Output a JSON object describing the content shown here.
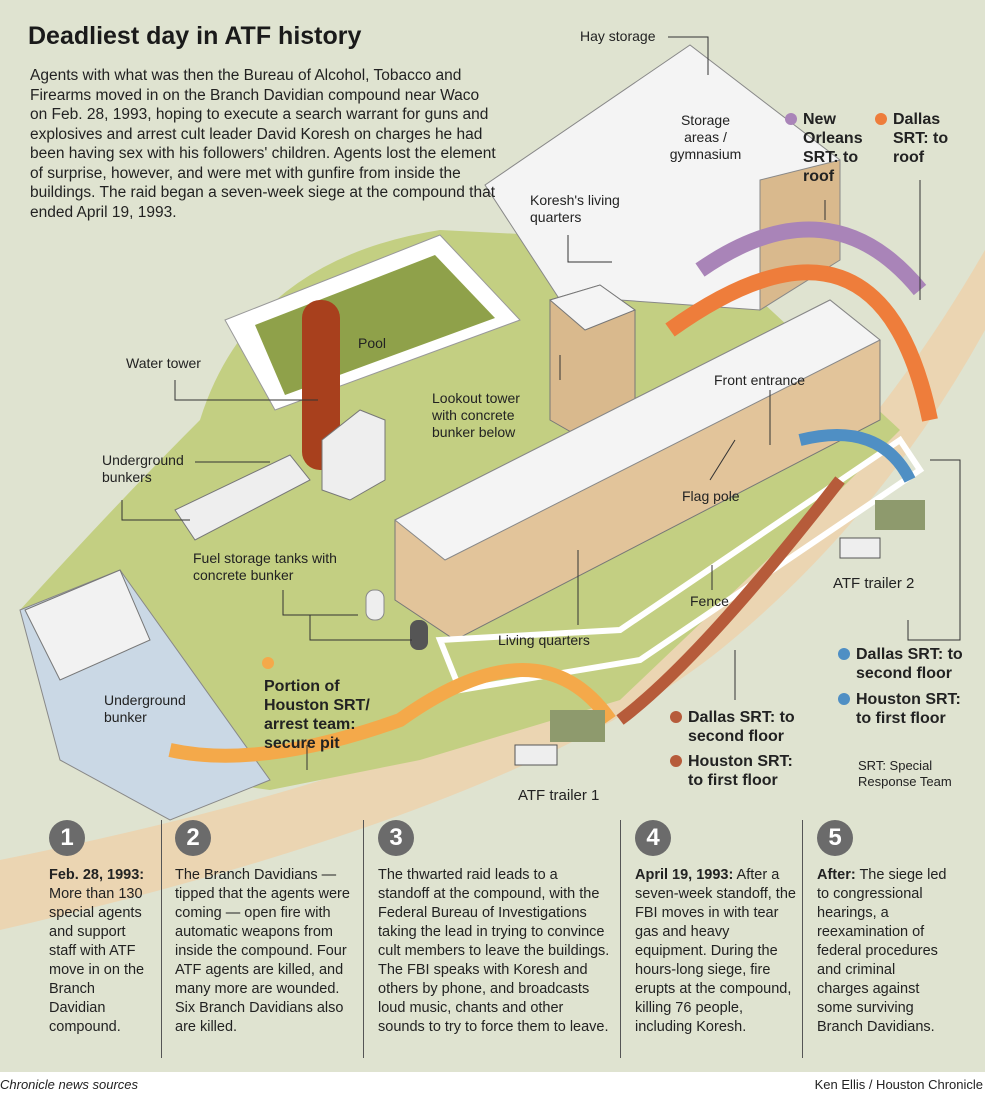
{
  "title": "Deadliest day in ATF history",
  "intro": "Agents with what was then the Bureau of Alcohol, Tobacco and Firearms moved in on the Branch Davidian compound near Waco on Feb. 28, 1993, hoping to execute a search warrant for guns and explosives and arrest cult leader David Koresh on charges he had been having sex with his followers' children. Agents lost the element of surprise, however, and were met with gunfire from inside the buildings. The raid began a seven-week siege at the compound that ended April 19, 1993.",
  "labels": {
    "hay_storage": "Hay storage",
    "storage_areas": "Storage areas / gymnasium",
    "koresh_quarters": "Koresh's living quarters",
    "pool": "Pool",
    "water_tower": "Water tower",
    "lookout_tower": "Lookout tower with concrete bunker below",
    "front_entrance": "Front entrance",
    "underground_bunkers": "Underground bunkers",
    "flag_pole": "Flag pole",
    "fuel_tanks": "Fuel storage tanks with concrete bunker",
    "fence": "Fence",
    "living_quarters": "Living quarters",
    "atf_trailer_2": "ATF trailer 2",
    "atf_trailer_1": "ATF trailer 1",
    "underground_bunker": "Underground bunker",
    "srt_note": "SRT: Special Response Team"
  },
  "teams": {
    "new_orleans_roof": "New Orleans SRT: to roof",
    "dallas_roof": "Dallas SRT: to roof",
    "dallas_second_blue": "Dallas SRT: to second floor",
    "houston_first_blue": "Houston SRT: to first floor",
    "houston_pit": "Portion of Houston SRT/ arrest team: secure pit",
    "dallas_second_brown": "Dallas SRT: to second floor",
    "houston_first_brown": "Houston SRT: to first floor"
  },
  "colors": {
    "purple": "#a984b8",
    "orange": "#ee7d3b",
    "blue": "#4f8fc4",
    "brown": "#b65b3a",
    "pit": "#f4a94a",
    "bg": "#dfe3d0"
  },
  "panels": [
    {
      "num": "1",
      "bold": "Feb. 28, 1993:",
      "text": " More than 130 special agents and support staff with ATF move in on the Branch Davidian compound."
    },
    {
      "num": "2",
      "bold": "",
      "text": "The Branch Davidians — tipped that the agents were coming — open fire with automatic weapons from inside the compound.  Four ATF agents are killed, and many more are wounded. Six Branch Davidians also are killed."
    },
    {
      "num": "3",
      "bold": "",
      "text": "The thwarted raid leads to a standoff at the compound, with the Federal Bureau of Investigations taking the lead in trying to convince cult members to leave the buildings. The FBI  speaks with Koresh and others by phone, and broadcasts loud music, chants and other sounds to try to force them to leave."
    },
    {
      "num": "4",
      "bold": "April 19, 1993:",
      "text": " After a seven-week standoff, the FBI moves in with tear gas and heavy equipment. During the hours-long siege, fire erupts at the compound, killing 76 people, including Koresh."
    },
    {
      "num": "5",
      "bold": "After:",
      "text": " The siege led to congressional hearings, a reexamination of federal procedures and criminal charges against some surviving Branch Davidians."
    }
  ],
  "footer": {
    "source": "Chronicle news sources",
    "credit": "Ken Ellis / Houston Chronicle"
  }
}
